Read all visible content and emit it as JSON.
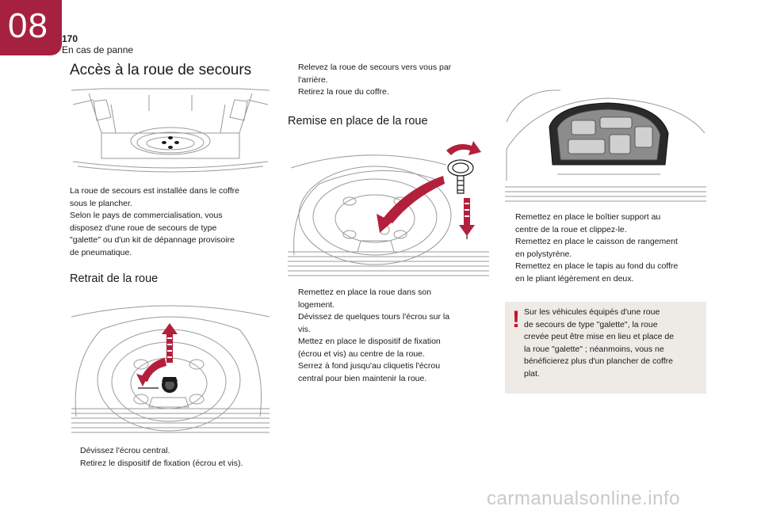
{
  "header": {
    "chapter_number": "08",
    "page_number": "170",
    "section_name": "En cas de panne"
  },
  "col1": {
    "title": "Accès à la roue de secours",
    "intro": [
      "La roue de secours est installée dans le coffre",
      "sous le plancher.",
      "Selon le pays de commercialisation, vous",
      "disposez d'une roue de secours de type",
      "\"galette\" ou d'un kit de dépannage provisoire",
      "de pneumatique."
    ],
    "subtitle": "Retrait de la roue",
    "steps": [
      [
        "Dévissez l'écrou central."
      ],
      [
        "Retirez le dispositif de fixation (écrou et vis)."
      ]
    ]
  },
  "col2": {
    "top_steps": [
      [
        "Relevez la roue de secours vers vous par",
        "l'arrière."
      ],
      [
        "Retirez la roue du coffre."
      ]
    ],
    "subtitle": "Remise en place de la roue",
    "steps": [
      [
        "Remettez en place la roue dans son",
        "logement."
      ],
      [
        "Dévissez de quelques tours l'écrou sur la",
        "vis."
      ],
      [
        "Mettez en place le dispositif de fixation",
        "(écrou et vis) au centre de la roue."
      ],
      [
        "Serrez à fond jusqu'au cliquetis l'écrou",
        "central pour bien maintenir la roue."
      ]
    ]
  },
  "col3": {
    "steps": [
      [
        "Remettez en place le boîtier support au",
        "centre de la roue et clippez-le."
      ],
      [
        "Remettez en place le caisson de rangement",
        "en polystyrène."
      ],
      [
        "Remettez en place le tapis au fond du coffre",
        "en le pliant légèrement en deux."
      ]
    ],
    "warning": {
      "mark": "!",
      "lines": [
        "Sur les véhicules équipés d'une roue",
        "de secours de type \"galette\", la roue",
        "crevée peut être mise en lieu et place de",
        "la roue \"galette\" ; néanmoins, vous ne",
        "bénéficierez plus d'un plancher de coffre",
        "plat."
      ]
    }
  },
  "bullet_marker": "",
  "watermark": "carmanualsonline.info",
  "colors": {
    "chapter_tab": "#a6213f",
    "arrow": "#b3203c",
    "warning_mark": "#c8102e",
    "warning_bg": "#eeebe7"
  }
}
